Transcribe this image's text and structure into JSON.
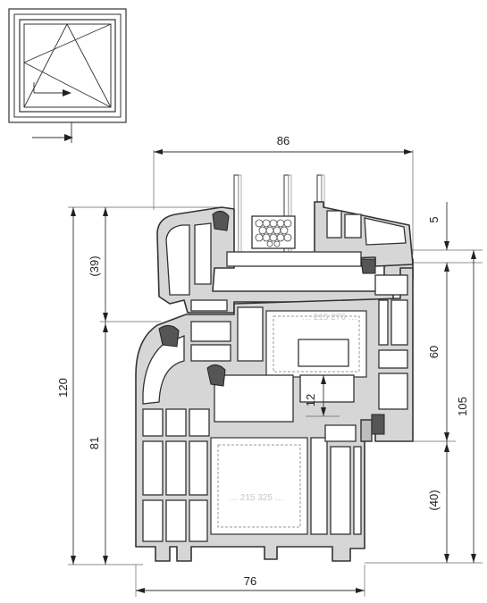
{
  "dimensions": {
    "top_width": "86",
    "bottom_width": "76",
    "overall_height": "120",
    "upper_height": "(39)",
    "lower_height": "81",
    "right_top_gap": "5",
    "right_mid": "60",
    "right_total": "105",
    "right_lower": "(40)",
    "inner_overlap": "12"
  },
  "profile_marks": [
    "… 215 276 …",
    "… 215 325 …"
  ],
  "icons": {
    "window_symbol": "tilt-turn-window-icon",
    "arrow": "opening-direction-arrow-icon"
  },
  "colors": {
    "profile_fill": "#d6d6d6",
    "outline": "#333333"
  }
}
